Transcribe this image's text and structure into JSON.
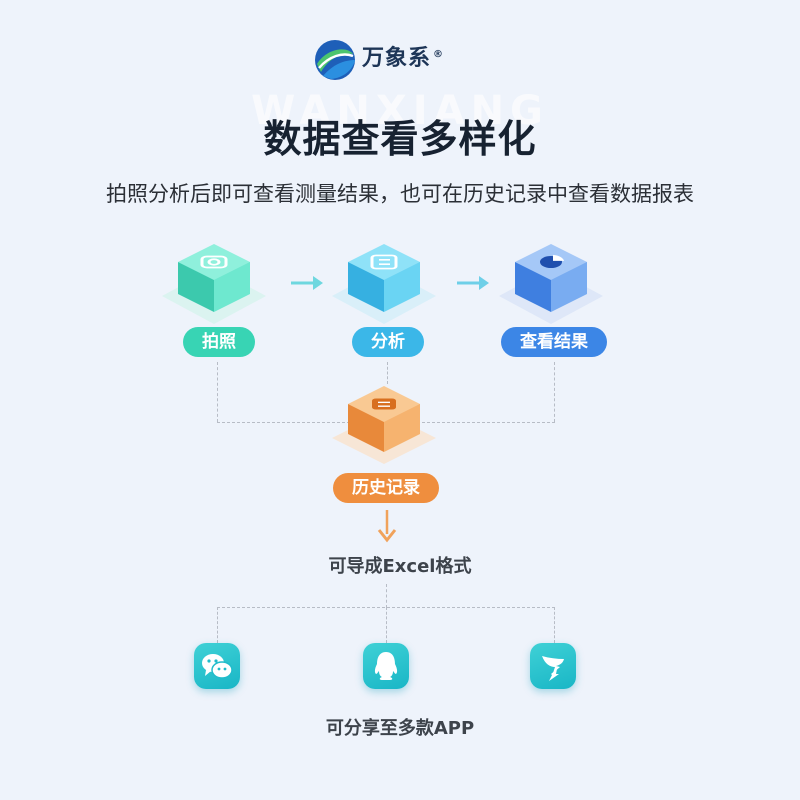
{
  "brand": {
    "name": "万象系",
    "reg_mark": "®",
    "watermark": "WANXIANG"
  },
  "title": "数据查看多样化",
  "subtitle": "拍照分析后即可查看测量结果，也可在历史记录中查看数据报表",
  "flow": {
    "steps": [
      {
        "label": "拍照",
        "icon": "camera-icon",
        "color": "#38d4b4"
      },
      {
        "label": "分析",
        "icon": "analysis-icon",
        "color": "#3bb7e8"
      },
      {
        "label": "查看结果",
        "icon": "pie-chart-icon",
        "color": "#3c86e6"
      }
    ],
    "history": {
      "label": "历史记录",
      "icon": "chat-list-icon",
      "color": "#ef8e3e"
    }
  },
  "export_caption": "可导成Excel格式",
  "share_caption": "可分享至多款APP",
  "share_apps": [
    {
      "icon": "wechat-icon"
    },
    {
      "icon": "qq-icon"
    },
    {
      "icon": "dingtalk-icon"
    }
  ]
}
